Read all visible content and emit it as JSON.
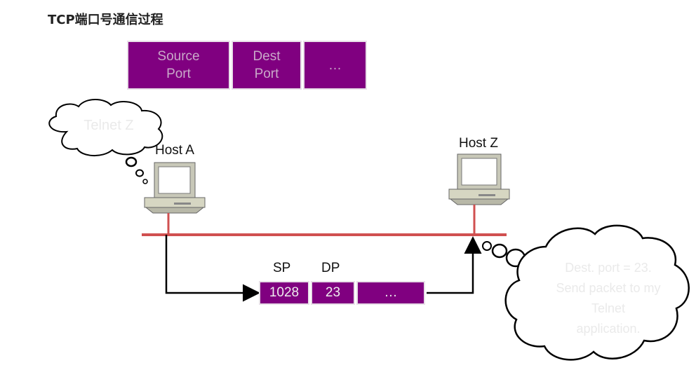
{
  "title": "TCP端口号通信过程",
  "header_segment": {
    "fields": [
      "Source\nPort",
      "Dest\nPort",
      "…"
    ]
  },
  "hosts": {
    "a": {
      "label": "Host A"
    },
    "z": {
      "label": "Host Z"
    }
  },
  "cloud_a": {
    "text": "Telnet Z"
  },
  "cloud_z": {
    "lines": [
      "Dest. port = 23.",
      "Send packet to my",
      "Telnet",
      "application."
    ]
  },
  "packet": {
    "labels": {
      "sp": "SP",
      "dp": "DP"
    },
    "fields": [
      "1028",
      "23",
      "…"
    ]
  },
  "colors": {
    "segment": "#800080",
    "network": "#d05050",
    "arrow": "#000000"
  }
}
